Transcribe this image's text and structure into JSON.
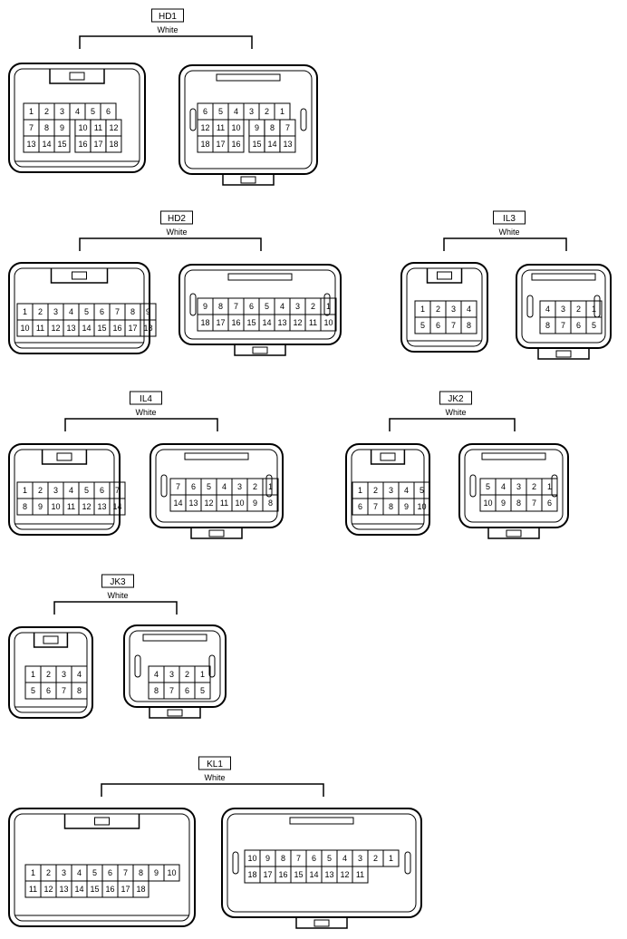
{
  "connectors": [
    {
      "id": "hd1",
      "name": "HD1",
      "color_label": "White",
      "left_rows": [
        [
          "1",
          "2",
          "3",
          "4",
          "5",
          "6"
        ],
        [
          "7",
          "8",
          "9",
          "",
          "10",
          "11",
          "12"
        ],
        [
          "13",
          "14",
          "15",
          "",
          "16",
          "17",
          "18"
        ]
      ],
      "right_rows": [
        [
          "6",
          "5",
          "4",
          "3",
          "2",
          "1"
        ],
        [
          "12",
          "11",
          "10",
          "",
          "9",
          "8",
          "7"
        ],
        [
          "18",
          "17",
          "16",
          "",
          "15",
          "14",
          "13"
        ]
      ]
    },
    {
      "id": "hd2",
      "name": "HD2",
      "color_label": "White",
      "left_rows": [
        [
          "1",
          "2",
          "3",
          "4",
          "5",
          "6",
          "7",
          "8",
          "9"
        ],
        [
          "10",
          "11",
          "12",
          "13",
          "14",
          "15",
          "16",
          "17",
          "18"
        ]
      ],
      "right_rows": [
        [
          "9",
          "8",
          "7",
          "6",
          "5",
          "4",
          "3",
          "2",
          "1"
        ],
        [
          "18",
          "17",
          "16",
          "15",
          "14",
          "13",
          "12",
          "11",
          "10"
        ]
      ]
    },
    {
      "id": "il3",
      "name": "IL3",
      "color_label": "White",
      "left_rows": [
        [
          "1",
          "2",
          "3",
          "4"
        ],
        [
          "5",
          "6",
          "7",
          "8"
        ]
      ],
      "right_rows": [
        [
          "4",
          "3",
          "2",
          "1"
        ],
        [
          "8",
          "7",
          "6",
          "5"
        ]
      ]
    },
    {
      "id": "il4",
      "name": "IL4",
      "color_label": "White",
      "left_rows": [
        [
          "1",
          "2",
          "3",
          "4",
          "5",
          "6",
          "7"
        ],
        [
          "8",
          "9",
          "10",
          "11",
          "12",
          "13",
          "14"
        ]
      ],
      "right_rows": [
        [
          "7",
          "6",
          "5",
          "4",
          "3",
          "2",
          "1"
        ],
        [
          "14",
          "13",
          "12",
          "11",
          "10",
          "9",
          "8"
        ]
      ]
    },
    {
      "id": "jk2",
      "name": "JK2",
      "color_label": "White",
      "left_rows": [
        [
          "1",
          "2",
          "3",
          "4",
          "5"
        ],
        [
          "6",
          "7",
          "8",
          "9",
          "10"
        ]
      ],
      "right_rows": [
        [
          "5",
          "4",
          "3",
          "2",
          "1"
        ],
        [
          "10",
          "9",
          "8",
          "7",
          "6"
        ]
      ]
    },
    {
      "id": "jk3",
      "name": "JK3",
      "color_label": "White",
      "left_rows": [
        [
          "1",
          "2",
          "3",
          "4"
        ],
        [
          "5",
          "6",
          "7",
          "8"
        ]
      ],
      "right_rows": [
        [
          "4",
          "3",
          "2",
          "1"
        ],
        [
          "8",
          "7",
          "6",
          "5"
        ]
      ]
    },
    {
      "id": "kl1",
      "name": "KL1",
      "color_label": "White",
      "left_rows": [
        [
          "1",
          "2",
          "3",
          "4",
          "5",
          "6",
          "7",
          "8",
          "9",
          "10"
        ],
        [
          "11",
          "12",
          "13",
          "14",
          "15",
          "16",
          "17",
          "18"
        ]
      ],
      "right_rows": [
        [
          "10",
          "9",
          "8",
          "7",
          "6",
          "5",
          "4",
          "3",
          "2",
          "1"
        ],
        [
          "18",
          "17",
          "16",
          "15",
          "14",
          "13",
          "12",
          "11"
        ]
      ]
    }
  ]
}
